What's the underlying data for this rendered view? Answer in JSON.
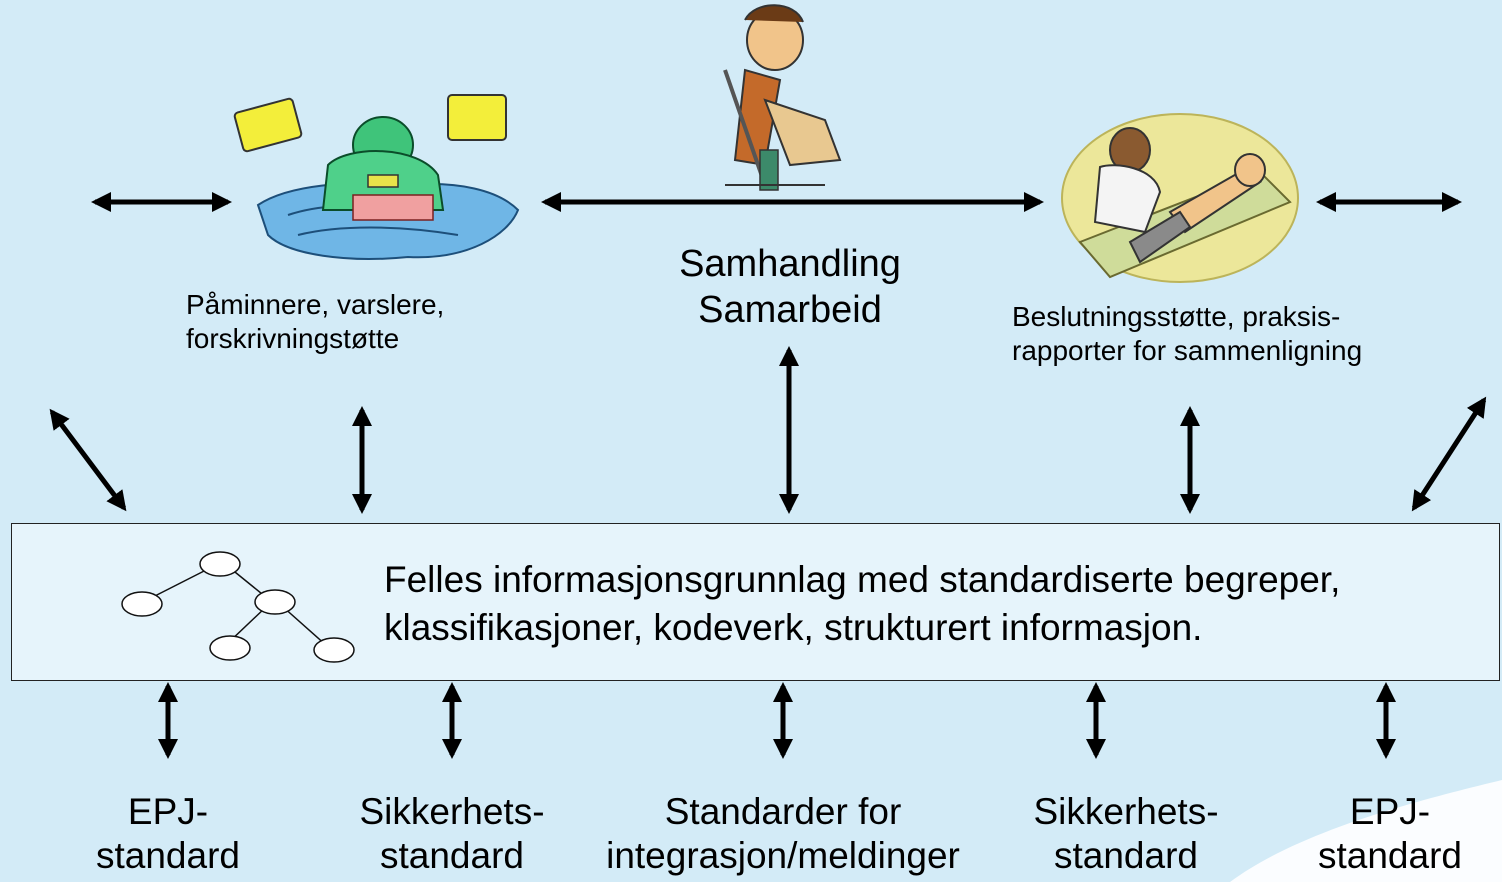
{
  "labels": {
    "left_caption": [
      "Påminnere, varslere,",
      "forskrivningstøtte"
    ],
    "center_caption": [
      "Samhandling",
      "Samarbeid"
    ],
    "right_caption": [
      "Beslutningsstøtte, praksis-",
      "rapporter for sammenligning"
    ]
  },
  "box": {
    "line1": "Felles informasjonsgrunnlag med standardiserte begreper,",
    "line2": "klassifikasjoner, kodeverk, strukturert informasjon."
  },
  "bottom": [
    {
      "line1": "EPJ-",
      "line2": "standard"
    },
    {
      "line1": "Sikkerhets-",
      "line2": "standard"
    },
    {
      "line1": "Standarder for",
      "line2": "integrasjon/meldinger"
    },
    {
      "line1": "Sikkerhets-",
      "line2": "standard"
    },
    {
      "line1": "EPJ-",
      "line2": "standard"
    }
  ],
  "illustrations": [
    "surgery-clipart-icon",
    "crutches-clipart-icon",
    "doctor-examination-clipart-icon"
  ],
  "colors": {
    "background": "#d3ebf7",
    "box": "#e6f4fb",
    "arrows": "#000000"
  }
}
